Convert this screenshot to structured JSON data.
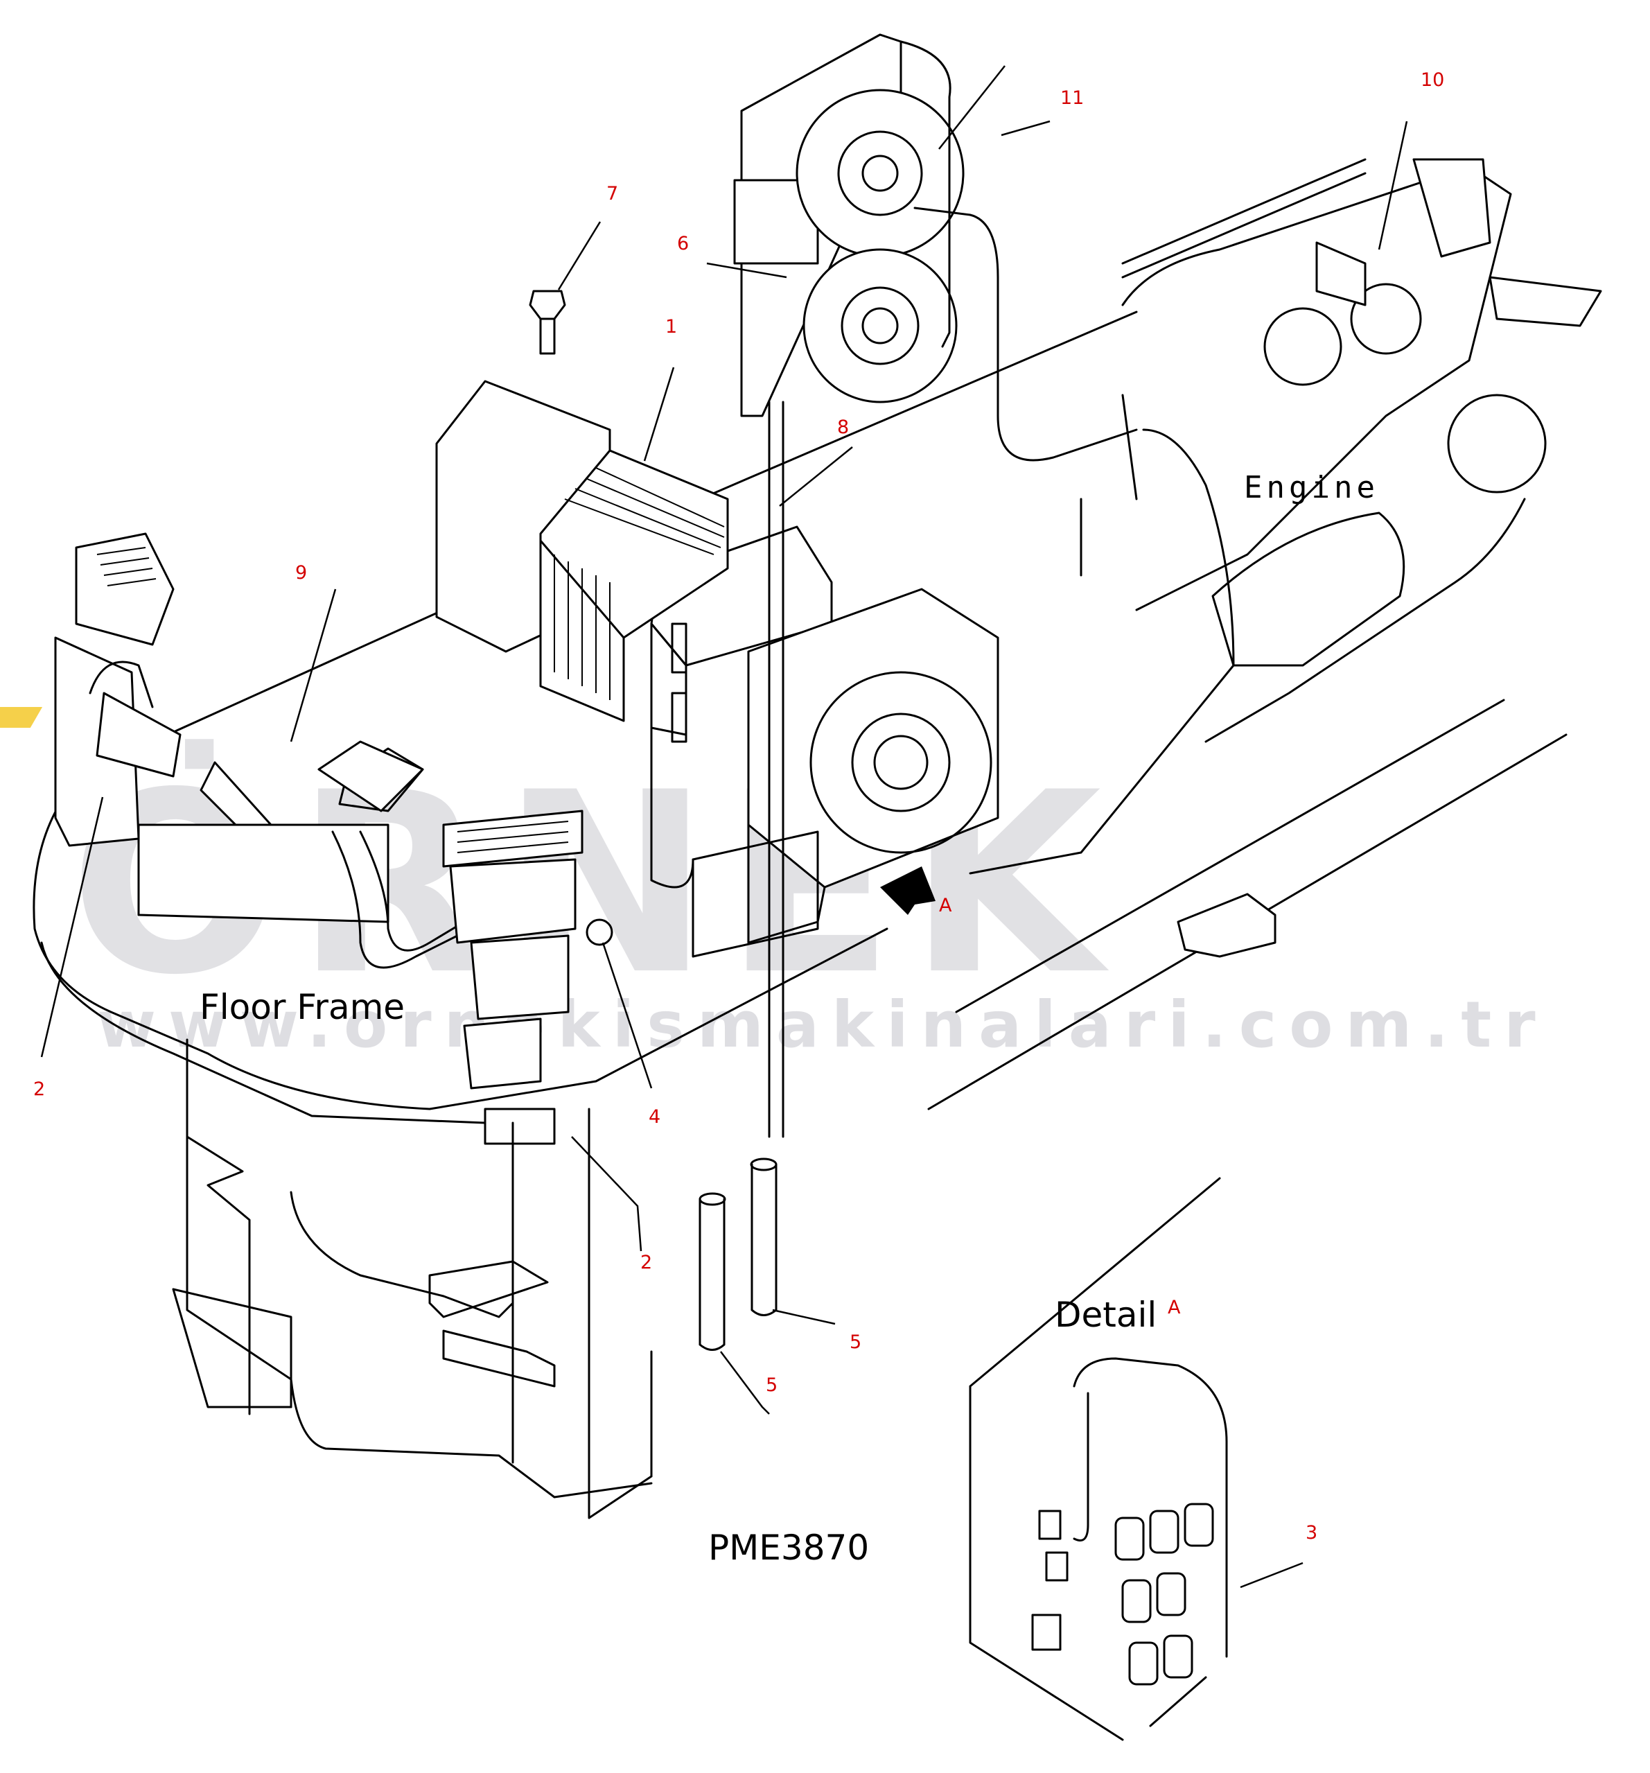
{
  "diagram": {
    "callouts": {
      "c1": "1",
      "c2a": "2",
      "c2b": "2",
      "c3": "3",
      "c4": "4",
      "c5a": "5",
      "c5b": "5",
      "c6": "6",
      "c7": "7",
      "c8": "8",
      "c9": "9",
      "c10": "10",
      "c11": "11",
      "cA": "A"
    },
    "labels": {
      "engine": "Engine",
      "floor_frame": "Floor Frame",
      "detail": "Detail",
      "detail_ref": "A",
      "drawing_code": "PME3870"
    },
    "watermark": {
      "brand": "ÖRNEK",
      "url": "www.ornekismakinalari.com.tr",
      "accent_color": "#f5d04a"
    },
    "colors": {
      "callout": "#d40000",
      "line": "#000000",
      "watermark": "#c9c9cf"
    }
  }
}
